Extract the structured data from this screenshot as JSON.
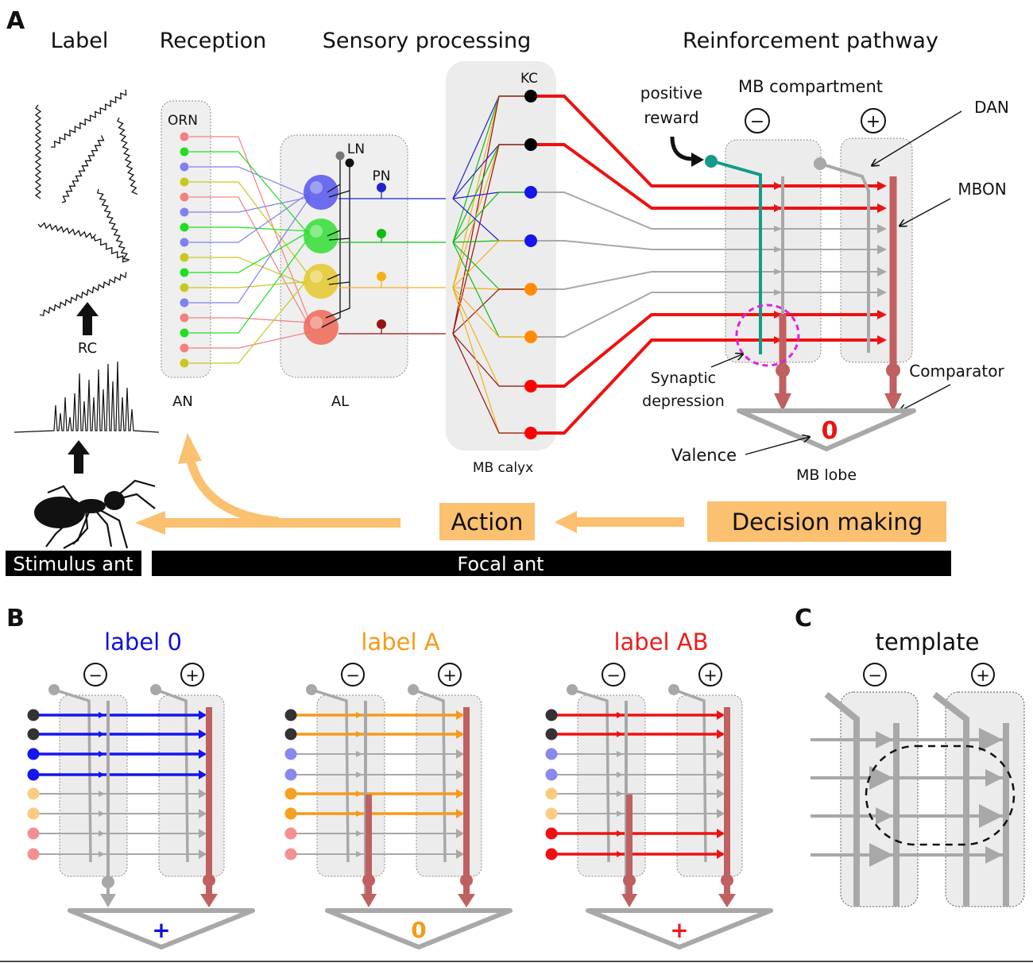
{
  "panelA": {
    "letter": "A",
    "headers": {
      "label": "Label",
      "reception": "Reception",
      "sensory": "Sensory processing",
      "reinforcement": "Reinforcement pathway"
    },
    "rc": "RC",
    "orn": "ORN",
    "an": "AN",
    "al": "AL",
    "ln": "LN",
    "pn": "PN",
    "kc": "KC",
    "mbCalyx": "MB calyx",
    "positiveReward": [
      "positive",
      "reward"
    ],
    "mbCompartment": "MB compartment",
    "minusSign": "−",
    "plusSign": "+",
    "dan": "DAN",
    "mbon": "MBON",
    "synapticDepression": [
      "Synaptic",
      "depression"
    ],
    "comparator": "Comparator",
    "valence": "Valence",
    "valenceValue": "0",
    "mbLobe": "MB lobe",
    "action": "Action",
    "decisionMaking": "Decision making",
    "stimulusAnt": "Stimulus ant",
    "focalAnt": "Focal ant"
  },
  "panelB": {
    "letter": "B",
    "labels": [
      {
        "text": "label 0",
        "color": "#1010dd",
        "output": "+",
        "outputColor": "#1010dd"
      },
      {
        "text": "label A",
        "color": "#f59a1a",
        "output": "0",
        "outputColor": "#f59a1a"
      },
      {
        "text": "label AB",
        "color": "#ee1c1c",
        "output": "+",
        "outputColor": "#ee1c1c"
      }
    ]
  },
  "panelC": {
    "letter": "C",
    "title": "template"
  },
  "colors": {
    "orn": [
      "#f28080",
      "#22dd22",
      "#8080ee",
      "#c8c820",
      "#f28080",
      "#8080ee",
      "#22dd22",
      "#8080ee",
      "#c8c820",
      "#22dd22",
      "#c8c820",
      "#8080ee",
      "#f28080",
      "#22dd22",
      "#f28080",
      "#c8c820"
    ],
    "glomeruli": [
      "#5555ee",
      "#33dd33",
      "#e6c82a",
      "#ee6655"
    ],
    "pn": [
      "#2222cc",
      "#11bb11",
      "#f5b01a",
      "#991111"
    ],
    "kc": [
      "#000000",
      "#000000",
      "#1515ee",
      "#1515ee",
      "#ff8c00",
      "#ff8c00",
      "#ff0000",
      "#ff0000"
    ],
    "red": "#ee1111",
    "gray": "#a8a8a8",
    "mbon": "#c06060",
    "dan": "#139a8a",
    "orange": "#fbc070",
    "magenta": "#e020e0"
  }
}
